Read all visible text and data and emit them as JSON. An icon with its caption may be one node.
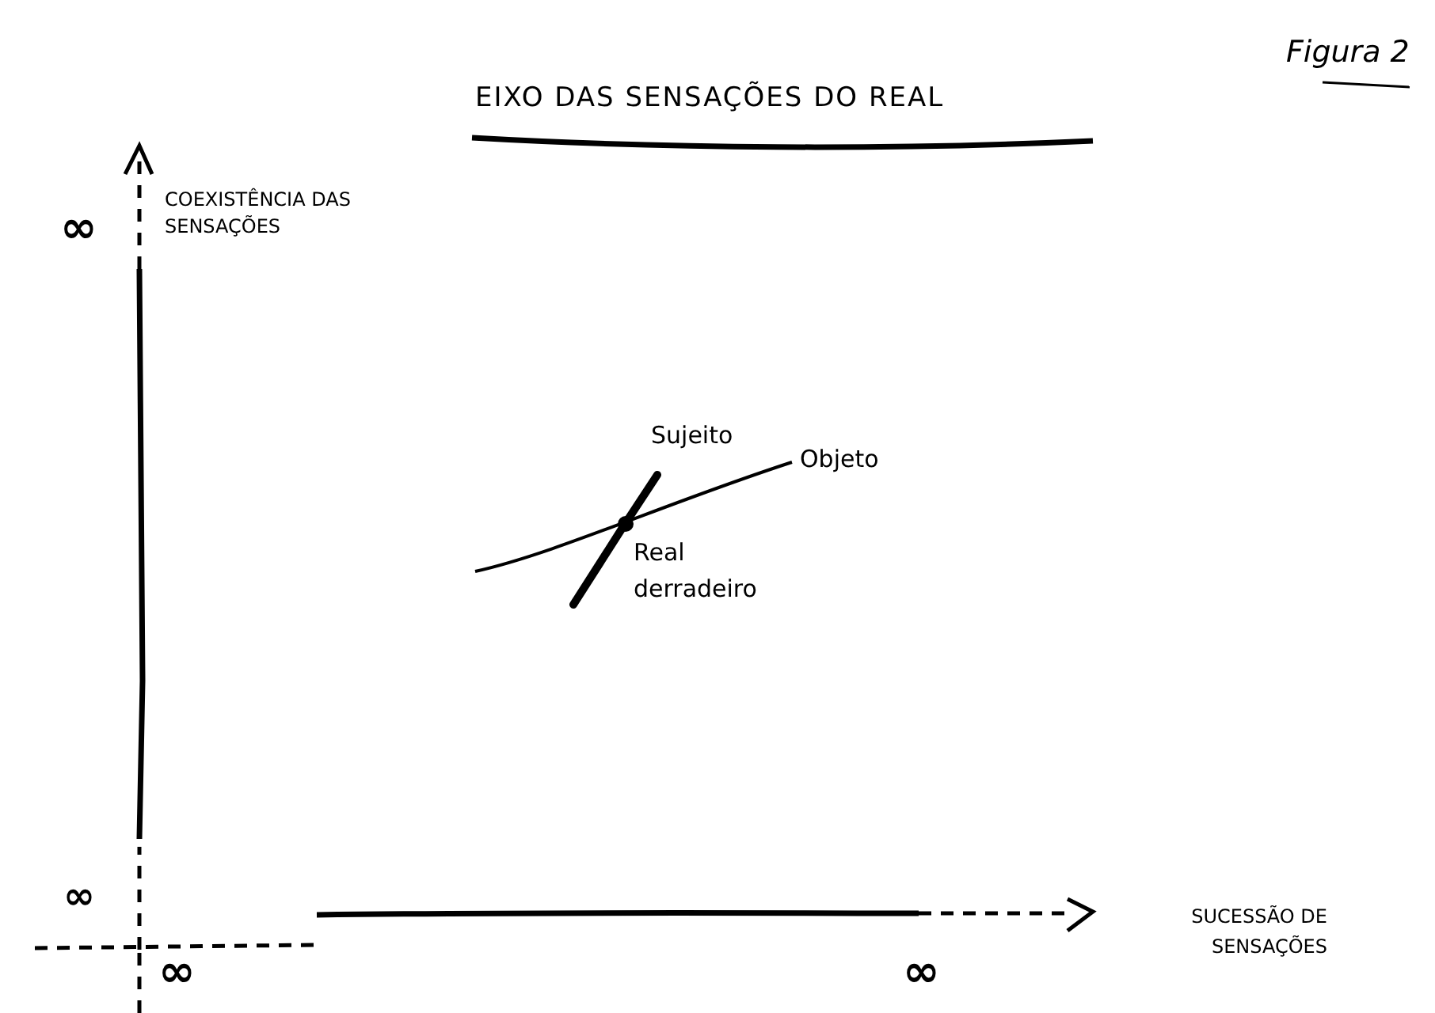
{
  "diagram": {
    "title": "EIXO DAS SENSAÇÕES DO REAL",
    "labels": [
      "Figura 2",
      "∞",
      "COEXISTÊNCIA DAS SENSAÇÕES",
      "Sujeito",
      "Objeto",
      "Real derradeiro",
      "∞",
      "∞",
      "∞",
      "SUCESSÃO DE SENSAÇÕES"
    ]
  }
}
